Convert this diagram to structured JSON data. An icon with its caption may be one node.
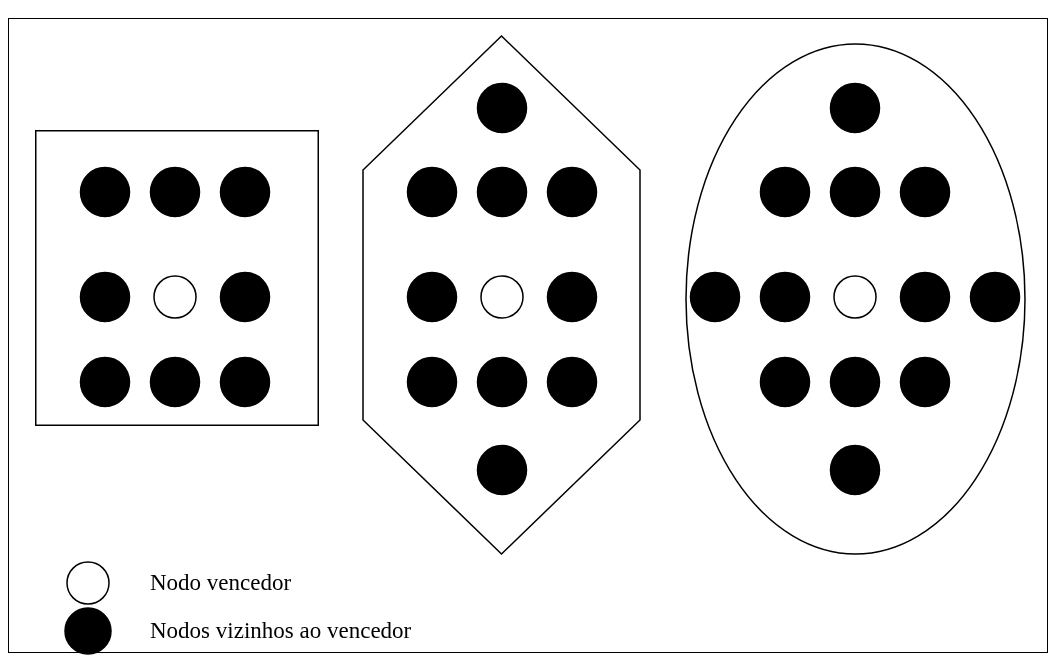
{
  "diagram": {
    "nodes": [
      {
        "text": [],
        "shape": "box"
      },
      {
        "text": [],
        "shape": "hexagon"
      },
      {
        "text": [],
        "shape": "ellipse"
      }
    ],
    "legend": [
      {
        "text": "Nodo vencedor"
      },
      {
        "text": "Nodos vizinhos ao vencedor"
      }
    ]
  }
}
